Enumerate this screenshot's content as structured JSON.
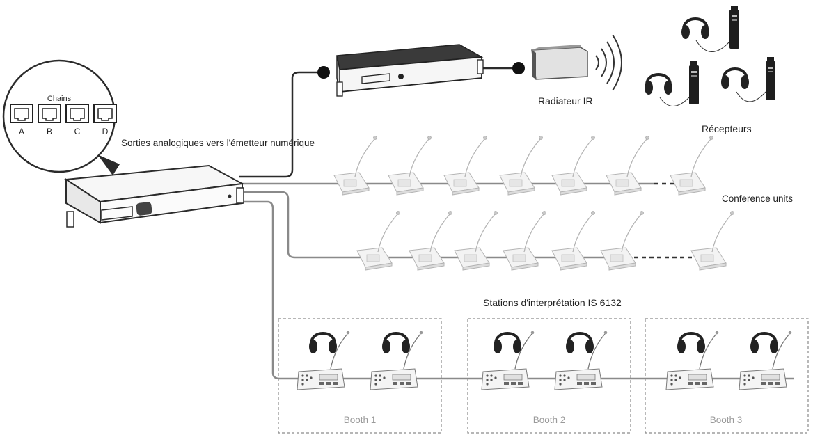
{
  "diagram": {
    "chains_label": "Chains",
    "ports": [
      "A",
      "B",
      "C",
      "D"
    ],
    "analog_outputs_label": "Sorties analogiques vers l'émetteur numérique",
    "radiator_label": "Radiateur IR",
    "receivers_label": "Récepteurs",
    "conference_units_label": "Conference units",
    "interpretation_label": "Stations d'interprétation IS 6132",
    "booths": [
      "Booth 1",
      "Booth 2",
      "Booth 3"
    ]
  },
  "colors": {
    "line": "#2b2b2b",
    "cable_grey": "#8a8a8a",
    "device_dark": "#3a3a3a",
    "device_light": "#f4f4f4",
    "faded_device": "#b9b9b9",
    "booth_border": "#8a8a8a",
    "booth_text": "#9a9a9a"
  },
  "icons": [
    "rj45-port-icon",
    "headphones-icon",
    "ir-receiver-icon",
    "microphone-unit-icon",
    "ir-waves-icon"
  ]
}
